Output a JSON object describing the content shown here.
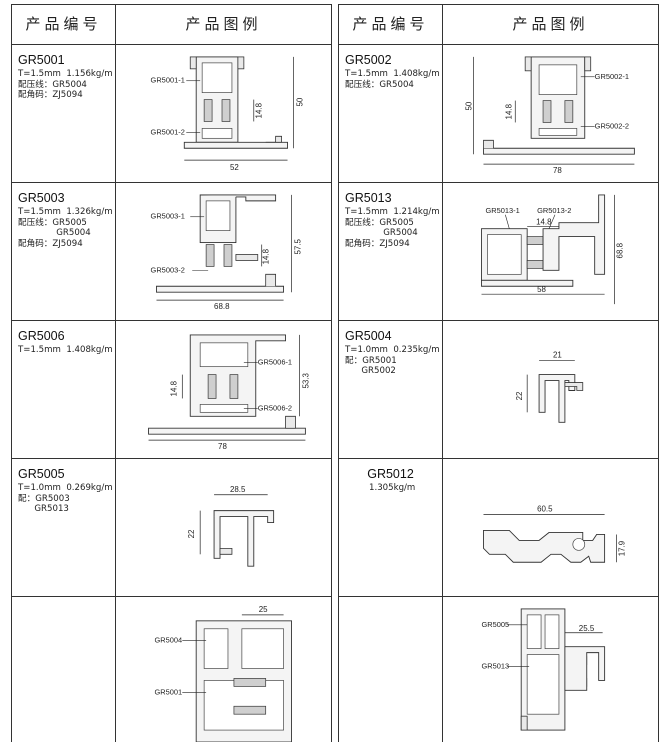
{
  "header": {
    "col_code": "产品编号",
    "col_figure": "产品图例"
  },
  "left": [
    {
      "code": "GR5001",
      "meta": "T=1.5mm  1.156kg/m\n配压线：GR5004\n配角码：ZJ5094",
      "labels": [
        "GR5001-1",
        "GR5001-2"
      ],
      "dims": [
        "50",
        "14.8",
        "52"
      ]
    },
    {
      "code": "GR5003",
      "meta": "T=1.5mm  1.326kg/m\n配压线：GR5005\n              GR5004\n配角码：ZJ5094",
      "labels": [
        "GR5003-1",
        "GR5003-2"
      ],
      "dims": [
        "57.5",
        "14.8",
        "68.8"
      ]
    },
    {
      "code": "GR5006",
      "meta": "T=1.5mm  1.408kg/m",
      "labels": [
        "GR5006-1",
        "GR5006-2"
      ],
      "dims": [
        "53.3",
        "14.8",
        "78"
      ]
    },
    {
      "code": "GR5005",
      "meta": "T=1.0mm  0.269kg/m\n配：GR5003\n      GR5013",
      "labels": [],
      "dims": [
        "28.5",
        "22"
      ]
    },
    {
      "code": "",
      "meta": "",
      "labels": [
        "GR5004",
        "GR5001"
      ],
      "dims": [
        "25"
      ]
    }
  ],
  "right": [
    {
      "code": "GR5002",
      "meta": "T=1.5mm  1.408kg/m\n配压线：GR5004",
      "labels": [
        "GR5002-1",
        "GR5002-2"
      ],
      "dims": [
        "50",
        "14.8",
        "78"
      ]
    },
    {
      "code": "GR5013",
      "meta": "T=1.5mm  1.214kg/m\n配压线：GR5005\n              GR5004\n配角码：ZJ5094",
      "labels": [
        "GR5013-1",
        "GR5013-2"
      ],
      "dims": [
        "14.8",
        "68.8",
        "58"
      ]
    },
    {
      "code": "GR5004",
      "meta": "T=1.0mm  0.235kg/m\n配：GR5001\n      GR5002",
      "labels": [],
      "dims": [
        "21",
        "22"
      ]
    },
    {
      "code": "GR5012",
      "meta": "1.305kg/m",
      "labels": [],
      "dims": [
        "60.5",
        "17.9"
      ]
    },
    {
      "code": "",
      "meta": "",
      "labels": [
        "GR5005",
        "GR5013"
      ],
      "dims": [
        "25.5"
      ]
    }
  ]
}
